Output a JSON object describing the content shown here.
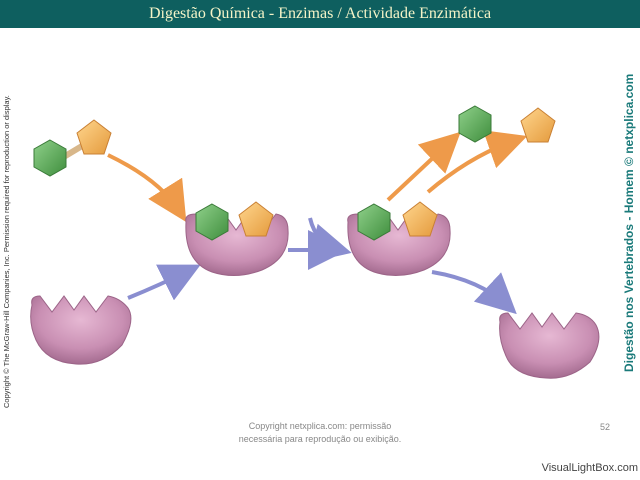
{
  "header": {
    "title": "Digestão Química - Enzimas / Actividade Enzimática"
  },
  "side": {
    "copyright": "Copyright © The McGraw-Hill Companies, Inc. Permission required for reproduction or display.",
    "credit": "Digestão nos Vertebrados - Homem © netxplica.com"
  },
  "footer": {
    "note_line1": "Copyright netxplica.com: permissão",
    "note_line2": "necessária para reprodução ou exibição.",
    "page_number": "52",
    "watermark": "VisualLightBox.com"
  },
  "colors": {
    "title_bar": "#0e5f5f",
    "title_text": "#f4f4c8",
    "enzyme": "#c98fb3",
    "hexagon": "#5fae5a",
    "pentagon": "#f2b25c",
    "arrow_orange": "#ee9a4a",
    "arrow_blue": "#8a8ed0"
  }
}
